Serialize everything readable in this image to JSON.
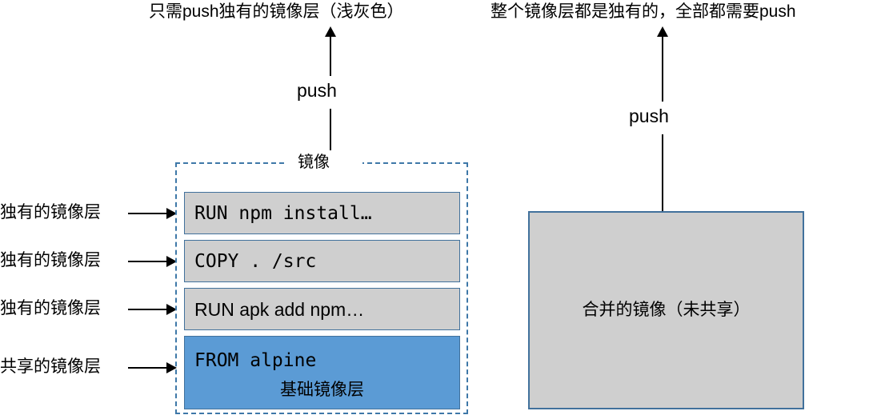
{
  "titles": {
    "left": "只需push独有的镜像层（浅灰色）",
    "right": "整个镜像层都是独有的，全部都需要push"
  },
  "arrows": {
    "left_push_label": "push",
    "right_push_label": "push"
  },
  "image_box": {
    "label": "镜像",
    "layers": [
      {
        "text": "RUN npm install…",
        "style": "mono",
        "fill": "#CFCFCF",
        "kind": "unique"
      },
      {
        "text": "COPY . /src",
        "style": "mono",
        "fill": "#CFCFCF",
        "kind": "unique"
      },
      {
        "text": "RUN apk add npm…",
        "style": "sans",
        "fill": "#CFCFCF",
        "kind": "unique"
      },
      {
        "text": "FROM alpine",
        "style": "mono",
        "fill": "#5B9BD5",
        "kind": "shared",
        "sublabel": "基础镜像层"
      }
    ]
  },
  "side_labels": [
    "独有的镜像层",
    "独有的镜像层",
    "独有的镜像层",
    "共享的镜像层"
  ],
  "merged_box": {
    "text": "合并的镜像（未共享）",
    "fill": "#CFCFCF"
  },
  "colors": {
    "layer_gray": "#CFCFCF",
    "layer_blue": "#5B9BD5",
    "layer_border": "#41719C",
    "dashed_border": "#3E78A8",
    "arrow": "#000000",
    "background": "#FFFFFF"
  }
}
